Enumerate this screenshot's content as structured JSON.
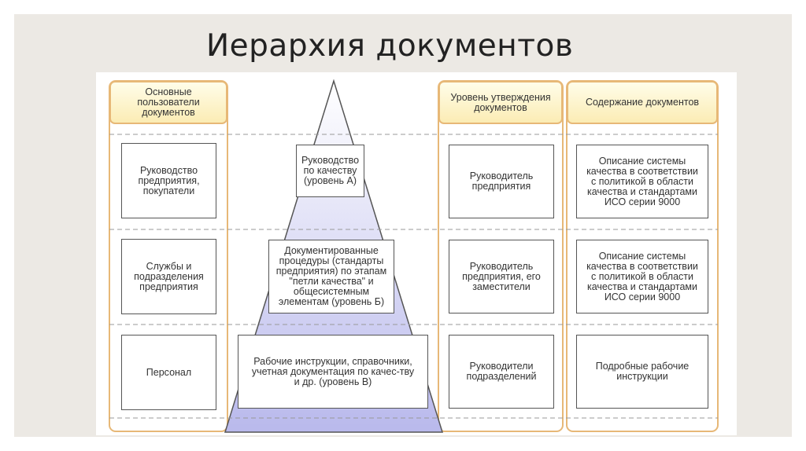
{
  "title": "Иерархия документов",
  "columns": {
    "users": {
      "header": "Основные\nпользователи\nдокументов",
      "rows": [
        "Руководство\nпредприятия,\nпокупатели",
        "Службы и\nподразделения\nпредприятия",
        "Персонал"
      ]
    },
    "pyramid": {
      "levels": [
        "Руководство\nпо качеству\n(уровень А)",
        "Документированные\nпроцедуры (стандарты\nпредприятия) по этапам\n\"петли качества\" и\nобщесистемным\nэлементам (уровень Б)",
        "Рабочие инструкции, справочники,\nучетная документация по качес-тву\nи др. (уровень В)"
      ]
    },
    "approval": {
      "header": "Уровень утверждения\nдокументов",
      "rows": [
        "Руководитель\nпредприятия",
        "Руководитель\nпредприятия, его\nзаместители",
        "Руководители\nподразделений"
      ]
    },
    "content": {
      "header": "Содержание документов",
      "rows": [
        "Описание системы\nкачества в соответствии\nс политикой в области\nкачества и стандартами\nИСО серии 9000",
        "Описание системы\nкачества в соответствии\nс политикой в области\nкачества и стандартами\nИСО серии 9000",
        "Подробные рабочие\nинструкции"
      ]
    }
  },
  "colors": {
    "frame": "#e7b877",
    "pyramid_top": "#ffffff",
    "pyramid_bottom": "#b9b9ec",
    "box_border": "#555555",
    "dash": "#999999"
  }
}
